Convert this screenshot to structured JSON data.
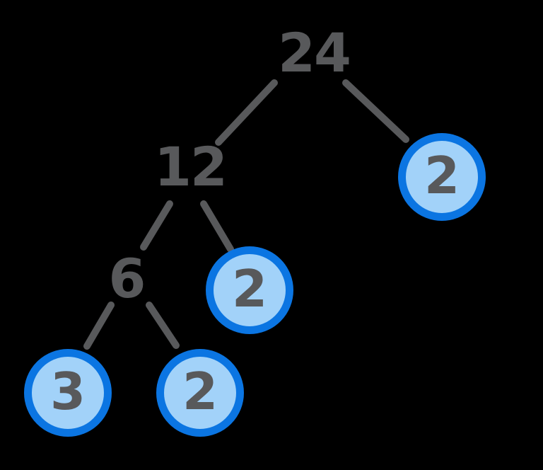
{
  "diagram_type": "factor-tree",
  "tree": {
    "root_value": "24",
    "nodes": [
      {
        "label": "24",
        "kind": "composite"
      },
      {
        "label": "12",
        "kind": "composite"
      },
      {
        "label": "2",
        "kind": "prime"
      },
      {
        "label": "6",
        "kind": "composite"
      },
      {
        "label": "2",
        "kind": "prime"
      },
      {
        "label": "3",
        "kind": "prime"
      },
      {
        "label": "2",
        "kind": "prime"
      }
    ],
    "edges": [
      {
        "from": "24",
        "to": "12"
      },
      {
        "from": "24",
        "to": "2"
      },
      {
        "from": "12",
        "to": "6"
      },
      {
        "from": "12",
        "to": "2"
      },
      {
        "from": "6",
        "to": "3"
      },
      {
        "from": "6",
        "to": "2"
      }
    ],
    "prime_factors": [
      "2",
      "2",
      "2",
      "3"
    ]
  },
  "colors": {
    "background": "#000000",
    "number_text": "#58595b",
    "branch_line": "#58595b",
    "prime_circle_border": "#0b75e2",
    "prime_circle_fill": "#a2d2f9"
  }
}
